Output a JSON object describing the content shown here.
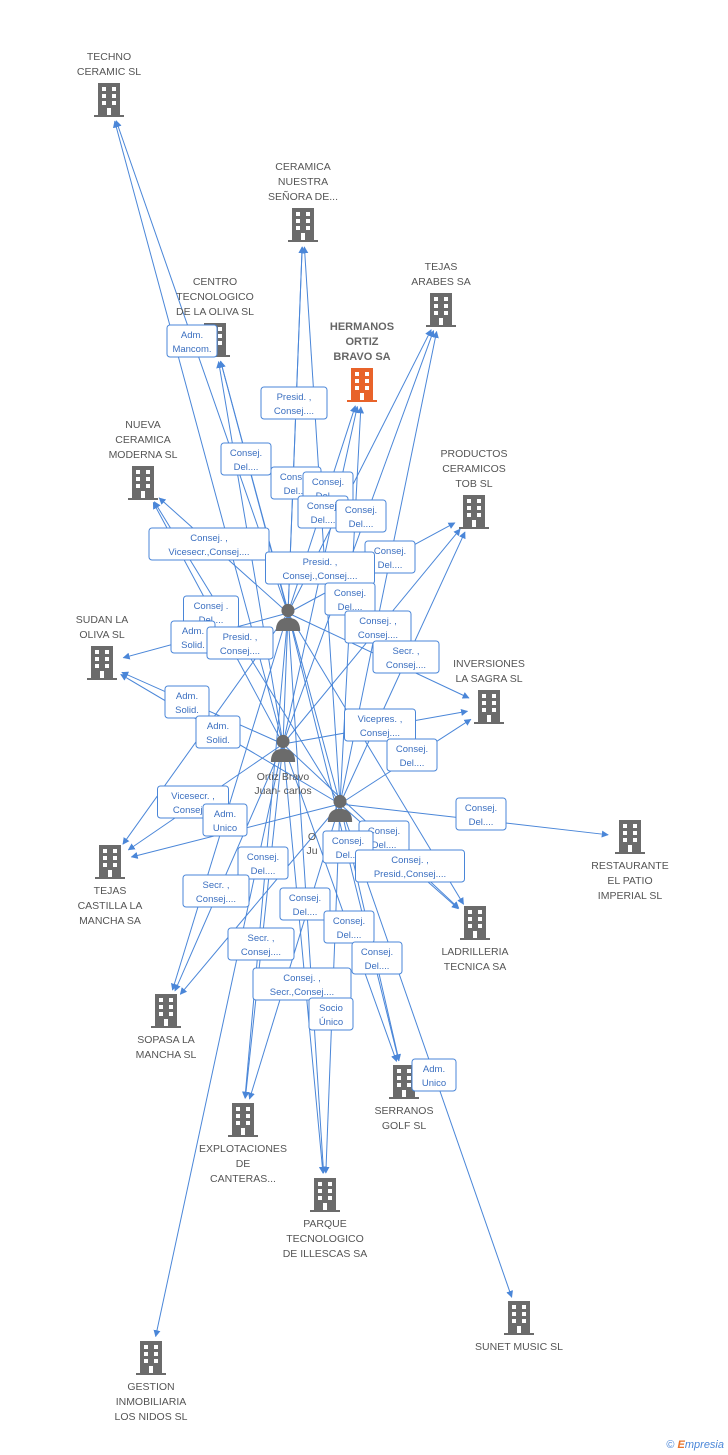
{
  "colors": {
    "edge": "#4a86d8",
    "company": "#6b6b6b",
    "main_company": "#e8632a",
    "person": "#6b6b6b"
  },
  "companies": [
    {
      "id": "techno",
      "lines": [
        "TECHNO",
        "CERAMIC SL"
      ],
      "main": false
    },
    {
      "id": "ceramica_ns",
      "lines": [
        "CERAMICA",
        "NUESTRA",
        "SEÑORA DE..."
      ],
      "main": false
    },
    {
      "id": "centro",
      "lines": [
        "CENTRO",
        "TECNOLOGICO",
        "DE LA OLIVA SL"
      ],
      "main": false
    },
    {
      "id": "tejas_arabes",
      "lines": [
        "TEJAS",
        "ARABES SA"
      ],
      "main": false
    },
    {
      "id": "hermanos",
      "lines": [
        "HERMANOS",
        "ORTIZ",
        "BRAVO SA"
      ],
      "main": true
    },
    {
      "id": "nueva",
      "lines": [
        "NUEVA",
        "CERAMICA",
        "MODERNA SL"
      ],
      "main": false
    },
    {
      "id": "productos",
      "lines": [
        "PRODUCTOS",
        "CERAMICOS",
        "TOB SL"
      ],
      "main": false
    },
    {
      "id": "sudan",
      "lines": [
        "SUDAN LA",
        "OLIVA SL"
      ],
      "main": false
    },
    {
      "id": "inversiones",
      "lines": [
        "INVERSIONES",
        "LA SAGRA SL"
      ],
      "main": false
    },
    {
      "id": "restaurante",
      "lines": [
        "RESTAURANTE",
        "EL PATIO",
        "IMPERIAL SL"
      ],
      "main": false
    },
    {
      "id": "tejas_castilla",
      "lines": [
        "TEJAS",
        "CASTILLA LA",
        "MANCHA SA"
      ],
      "main": false
    },
    {
      "id": "ladrilleria",
      "lines": [
        "LADRILLERIA",
        "TECNICA SA"
      ],
      "main": false
    },
    {
      "id": "sopasa",
      "lines": [
        "SOPASA LA",
        "MANCHA SL"
      ],
      "main": false
    },
    {
      "id": "serranos",
      "lines": [
        "SERRANOS",
        "GOLF SL"
      ],
      "main": false
    },
    {
      "id": "explotaciones",
      "lines": [
        "EXPLOTACIONES",
        "DE",
        "CANTERAS..."
      ],
      "main": false
    },
    {
      "id": "parque",
      "lines": [
        "PARQUE",
        "TECNOLOGICO",
        "DE ILLESCAS SA"
      ],
      "main": false
    },
    {
      "id": "sunet",
      "lines": [
        "SUNET MUSIC SL"
      ],
      "main": false
    },
    {
      "id": "gestion",
      "lines": [
        "GESTION",
        "INMOBILIARIA",
        "LOS NIDOS SL"
      ],
      "main": false
    }
  ],
  "persons": [
    {
      "id": "p1",
      "lines": []
    },
    {
      "id": "p2",
      "lines": [
        "Ortiz Bravo",
        "Juan- carlos"
      ]
    },
    {
      "id": "p3",
      "lines": [
        "O",
        "Ju"
      ]
    }
  ],
  "edges": [
    [
      "p1",
      "techno"
    ],
    [
      "p1",
      "ceramica_ns"
    ],
    [
      "p1",
      "centro"
    ],
    [
      "p1",
      "tejas_arabes"
    ],
    [
      "p1",
      "hermanos"
    ],
    [
      "p1",
      "nueva"
    ],
    [
      "p1",
      "productos"
    ],
    [
      "p1",
      "sudan"
    ],
    [
      "p1",
      "inversiones"
    ],
    [
      "p1",
      "tejas_castilla"
    ],
    [
      "p1",
      "ladrilleria"
    ],
    [
      "p1",
      "sopasa"
    ],
    [
      "p1",
      "serranos"
    ],
    [
      "p1",
      "explotaciones"
    ],
    [
      "p1",
      "parque"
    ],
    [
      "p2",
      "techno"
    ],
    [
      "p2",
      "ceramica_ns"
    ],
    [
      "p2",
      "centro"
    ],
    [
      "p2",
      "tejas_arabes"
    ],
    [
      "p2",
      "hermanos"
    ],
    [
      "p2",
      "nueva"
    ],
    [
      "p2",
      "productos"
    ],
    [
      "p2",
      "sudan"
    ],
    [
      "p2",
      "inversiones"
    ],
    [
      "p2",
      "tejas_castilla"
    ],
    [
      "p2",
      "ladrilleria"
    ],
    [
      "p2",
      "sopasa"
    ],
    [
      "p2",
      "serranos"
    ],
    [
      "p2",
      "explotaciones"
    ],
    [
      "p2",
      "parque"
    ],
    [
      "p2",
      "gestion"
    ],
    [
      "p3",
      "ceramica_ns"
    ],
    [
      "p3",
      "centro"
    ],
    [
      "p3",
      "tejas_arabes"
    ],
    [
      "p3",
      "hermanos"
    ],
    [
      "p3",
      "nueva"
    ],
    [
      "p3",
      "productos"
    ],
    [
      "p3",
      "sudan"
    ],
    [
      "p3",
      "inversiones"
    ],
    [
      "p3",
      "restaurante"
    ],
    [
      "p3",
      "tejas_castilla"
    ],
    [
      "p3",
      "ladrilleria"
    ],
    [
      "p3",
      "sopasa"
    ],
    [
      "p3",
      "serranos"
    ],
    [
      "p3",
      "explotaciones"
    ],
    [
      "p3",
      "parque"
    ],
    [
      "p3",
      "sunet"
    ]
  ],
  "role_boxes": [
    [
      "Adm.",
      "Mancom."
    ],
    [
      "Presid. ,",
      "Consej...."
    ],
    [
      "Consej.",
      "Del...."
    ],
    [
      "Consej.",
      "Del...."
    ],
    [
      "Consej.",
      "Del...."
    ],
    [
      "Consej.",
      "Del...."
    ],
    [
      "Consej. ,",
      "Vicesecr.,Consej...."
    ],
    [
      "Consej.",
      "Del...."
    ],
    [
      "Consej.",
      "Del...."
    ],
    [
      "Presid. ,",
      "Consej.,Consej...."
    ],
    [
      "Consej .",
      "Del...."
    ],
    [
      "Adm.",
      "Solid."
    ],
    [
      "Presid. ,",
      "Consej...."
    ],
    [
      "Consej.",
      "Del...."
    ],
    [
      "Consej. ,",
      "Consej...."
    ],
    [
      "Secr. ,",
      "Consej...."
    ],
    [
      "Adm.",
      "Solid."
    ],
    [
      "Adm.",
      "Solid."
    ],
    [
      "Vicepres. ,",
      "Consej...."
    ],
    [
      "Consej.",
      "Del...."
    ],
    [
      "Vicesecr. ,",
      "Consej...."
    ],
    [
      "Adm.",
      "Unico"
    ],
    [
      "Consej.",
      "Del...."
    ],
    [
      "Consej.",
      "Del...."
    ],
    [
      "Consej.",
      "Del...."
    ],
    [
      "Consej.",
      "Del...."
    ],
    [
      "Consej. ,",
      "Presid.,Consej...."
    ],
    [
      "Secr. ,",
      "Consej...."
    ],
    [
      "Consej.",
      "Del...."
    ],
    [
      "Consej.",
      "Del...."
    ],
    [
      "Secr. ,",
      "Consej...."
    ],
    [
      "Consej.",
      "Del...."
    ],
    [
      "Consej. ,",
      "Secr.,Consej...."
    ],
    [
      "Socio",
      "Único"
    ],
    [
      "Adm.",
      "Unico"
    ]
  ],
  "brand": {
    "copyright": "©",
    "e": "E",
    "rest": "mpresia"
  }
}
